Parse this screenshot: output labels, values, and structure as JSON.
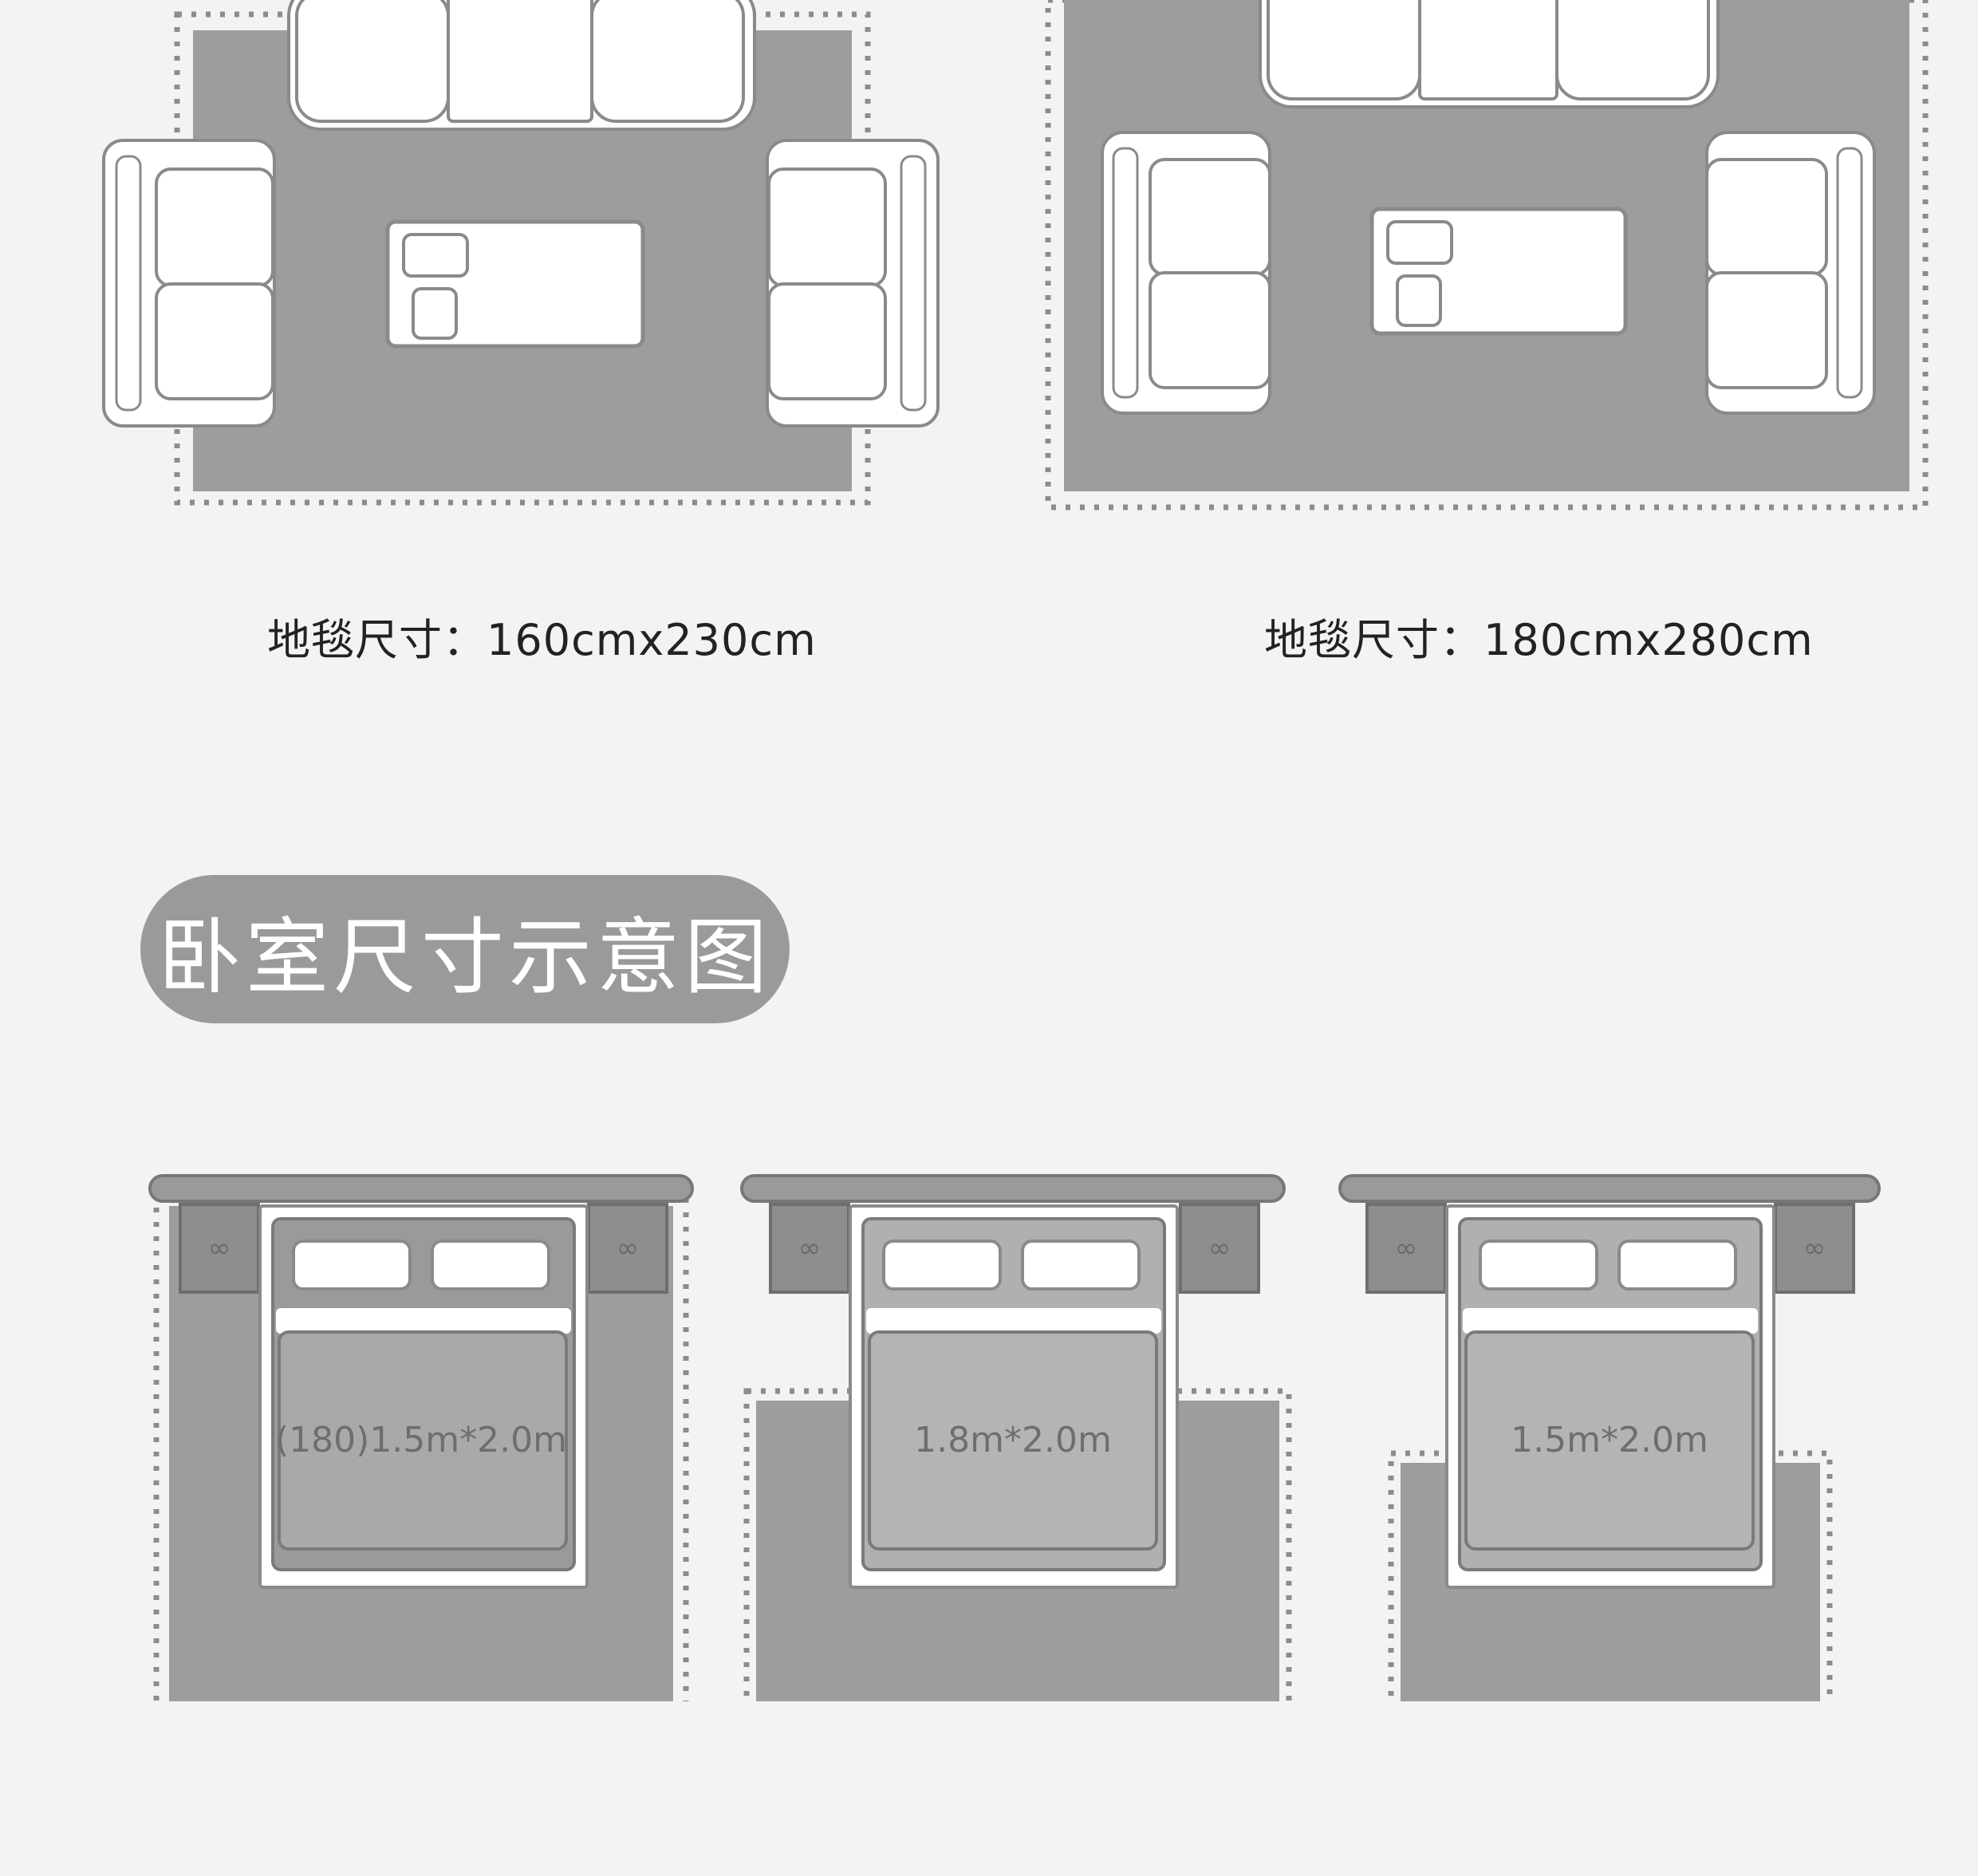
{
  "living_room": {
    "layouts": [
      {
        "rug_size_label": "地毯尺寸：160cmx230cm"
      },
      {
        "rug_size_label": "地毯尺寸：180cmx280cm"
      }
    ]
  },
  "bedroom": {
    "section_title": "卧室尺寸示意图",
    "layouts": [
      {
        "bed_size_label": "(180)1.5m*2.0m"
      },
      {
        "bed_size_label": "1.8m*2.0m"
      },
      {
        "bed_size_label": "1.5m*2.0m"
      }
    ]
  },
  "colors": {
    "background": "#f3f3f3",
    "rug": "#9d9d9d",
    "furniture_fill": "#ffffff",
    "furniture_outline": "#8a8a8a",
    "pill": "#9a9a9a",
    "caption_text": "#222222"
  }
}
